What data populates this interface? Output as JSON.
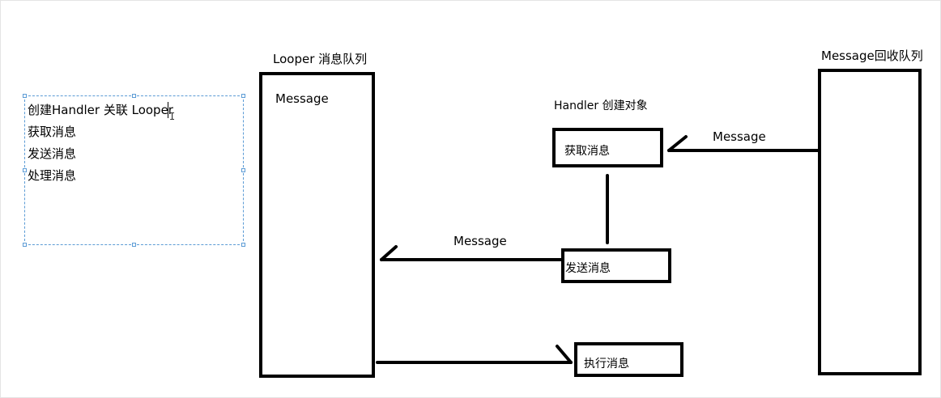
{
  "diagram": {
    "text_frame": {
      "lines": [
        "创建Handler 关联 Looper",
        "获取消息",
        "发送消息",
        "处理消息"
      ]
    },
    "looper_queue": {
      "title": "Looper 消息队列",
      "inner_label": "Message"
    },
    "handler_title": "Handler 创建对象",
    "recycle_queue": {
      "title": "Message回收队列"
    },
    "boxes": {
      "get_message": "获取消息",
      "send_message": "发送消息",
      "execute_message": "执行消息"
    },
    "edge_labels": {
      "recycle_to_get": "Message",
      "send_to_looper": "Message"
    }
  }
}
